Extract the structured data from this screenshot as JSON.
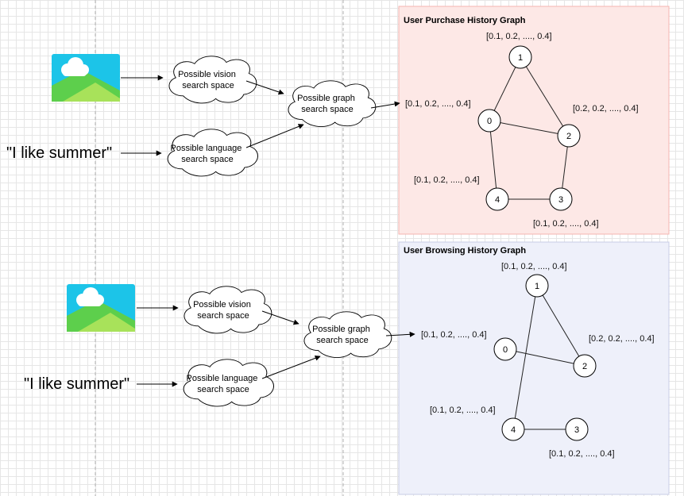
{
  "top": {
    "quote": "\"I like summer\"",
    "vision_cloud": [
      "Possible vision",
      "search space"
    ],
    "language_cloud": [
      "Possible language",
      "search space"
    ],
    "graph_cloud": [
      "Possible graph",
      "search space"
    ],
    "panel_title": "User Purchase History Graph",
    "nodes": [
      "1",
      "0",
      "2",
      "4",
      "3"
    ],
    "vectors": {
      "n1": "[0.1, 0.2, ...., 0.4]",
      "n0": "[0.1, 0.2, ...., 0.4]",
      "n2": "[0.2, 0.2, ...., 0.4]",
      "n4": "[0.1, 0.2, ...., 0.4]",
      "n3": "[0.1, 0.2, ...., 0.4]"
    }
  },
  "bottom": {
    "quote": "\"I like summer\"",
    "vision_cloud": [
      "Possible vision",
      "search space"
    ],
    "language_cloud": [
      "Possible language",
      "search space"
    ],
    "graph_cloud": [
      "Possible graph",
      "search space"
    ],
    "panel_title": "User Browsing History Graph",
    "nodes": [
      "1",
      "0",
      "2",
      "4",
      "3"
    ],
    "vectors": {
      "n1": "[0.1, 0.2, ...., 0.4]",
      "n0": "[0.1, 0.2, ...., 0.4]",
      "n2": "[0.2, 0.2, ...., 0.4]",
      "n4": "[0.1, 0.2, ...., 0.4]",
      "n3": "[0.1, 0.2, ...., 0.4]"
    }
  },
  "colors": {
    "image_sky": "#1cc4e8",
    "image_hill_back": "#5dcf4c",
    "image_hill_front": "#a8e25a",
    "purchase_panel": "#fde8e6",
    "browse_panel": "#eef0fa"
  }
}
